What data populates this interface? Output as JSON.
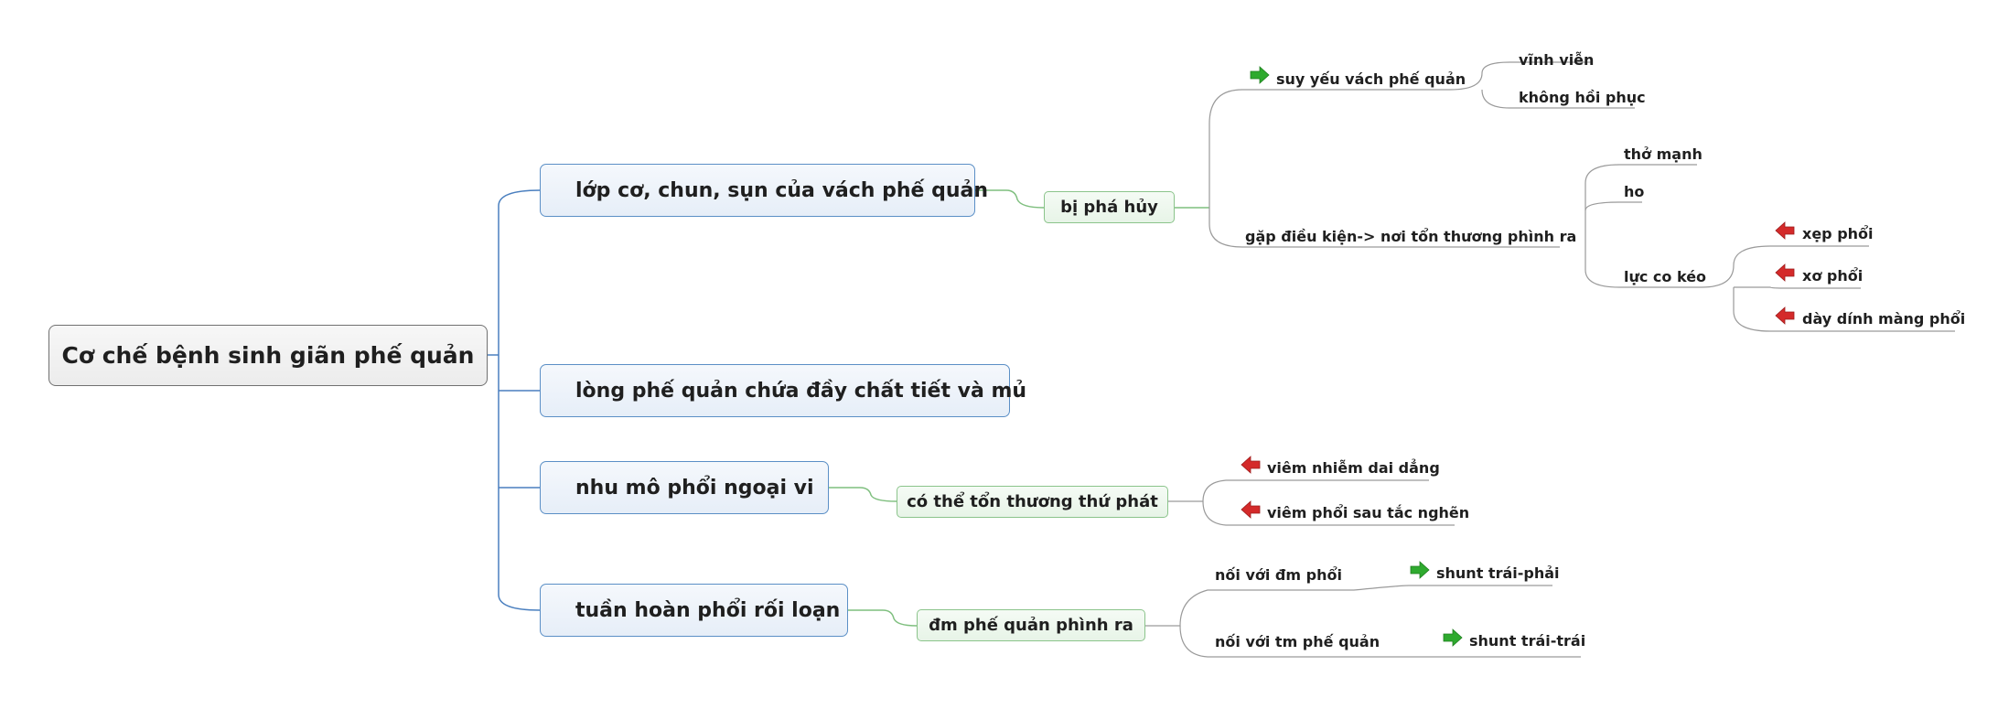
{
  "root": "Cơ chế bệnh sinh giãn phế quản",
  "branches": {
    "b1": "lớp cơ, chun, sụn của vách phế quản",
    "b2": "lòng phế quản chứa đầy chất tiết và mủ",
    "b3": "nhu mô phổi ngoại vi",
    "b4": "tuần hoàn phổi rối loạn"
  },
  "subs": {
    "s1": "bị phá hủy",
    "s3": "có thể tổn thương thứ phát",
    "s4": "đm phế quản phình ra"
  },
  "leaves": {
    "suy_yeu": "suy yếu vách phế quản",
    "vinh_vien": "vĩnh viễn",
    "khong_hoi_phuc": "không hồi phục",
    "gap_dieu_kien": "gặp điều kiện-> nơi tổn thương phình ra",
    "tho_manh": "thở mạnh",
    "ho": "ho",
    "luc_co_keo": "lực co kéo",
    "xep_phoi": "xẹp phổi",
    "xo_phoi": "xơ phổi",
    "day_dinh": "dày dính màng phổi",
    "viem_nhiem": "viêm nhiễm dai dẳng",
    "viem_phoi": "viêm phổi sau tắc nghẽn",
    "noi_dm": "nối với đm phổi",
    "noi_tm": "nối với tm phế quản",
    "shunt_tp": "shunt trái-phải",
    "shunt_tt": "shunt trái-trái"
  },
  "colors": {
    "main_line": "#4a7fbf",
    "sub_line": "#7fbf7f",
    "leaf_line": "#9a9a9a",
    "arrow_green": "#2faa2f",
    "arrow_red": "#d42a2a"
  }
}
